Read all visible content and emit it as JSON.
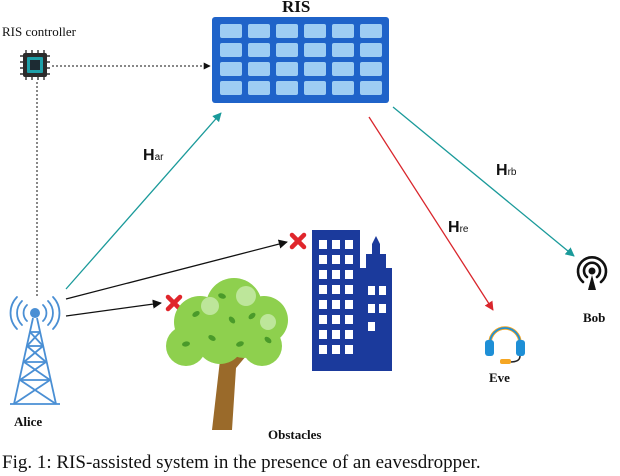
{
  "labels": {
    "ris": "RIS",
    "ris_controller": "RIS controller",
    "alice": "Alice",
    "obstacles": "Obstacles",
    "eve": "Eve",
    "bob": "Bob"
  },
  "channels": {
    "ar": {
      "main": "H",
      "sub": "ar"
    },
    "rb": {
      "main": "H",
      "sub": "rb"
    },
    "re": {
      "main": "H",
      "sub": "re"
    }
  },
  "caption": "Fig. 1: RIS-assisted system in the presence of an eavesdropper.",
  "colors": {
    "ris_panel": "#1f63c9",
    "ris_element": "#9ecdf3",
    "teal_link": "#1a9a9a",
    "red_link": "#d9262c",
    "blocked_mark": "#e0262c",
    "building": "#1b3a9c",
    "tree_foliage": "#8ed04e",
    "tree_trunk": "#9a6a2a",
    "tower": "#4a8fd4"
  }
}
